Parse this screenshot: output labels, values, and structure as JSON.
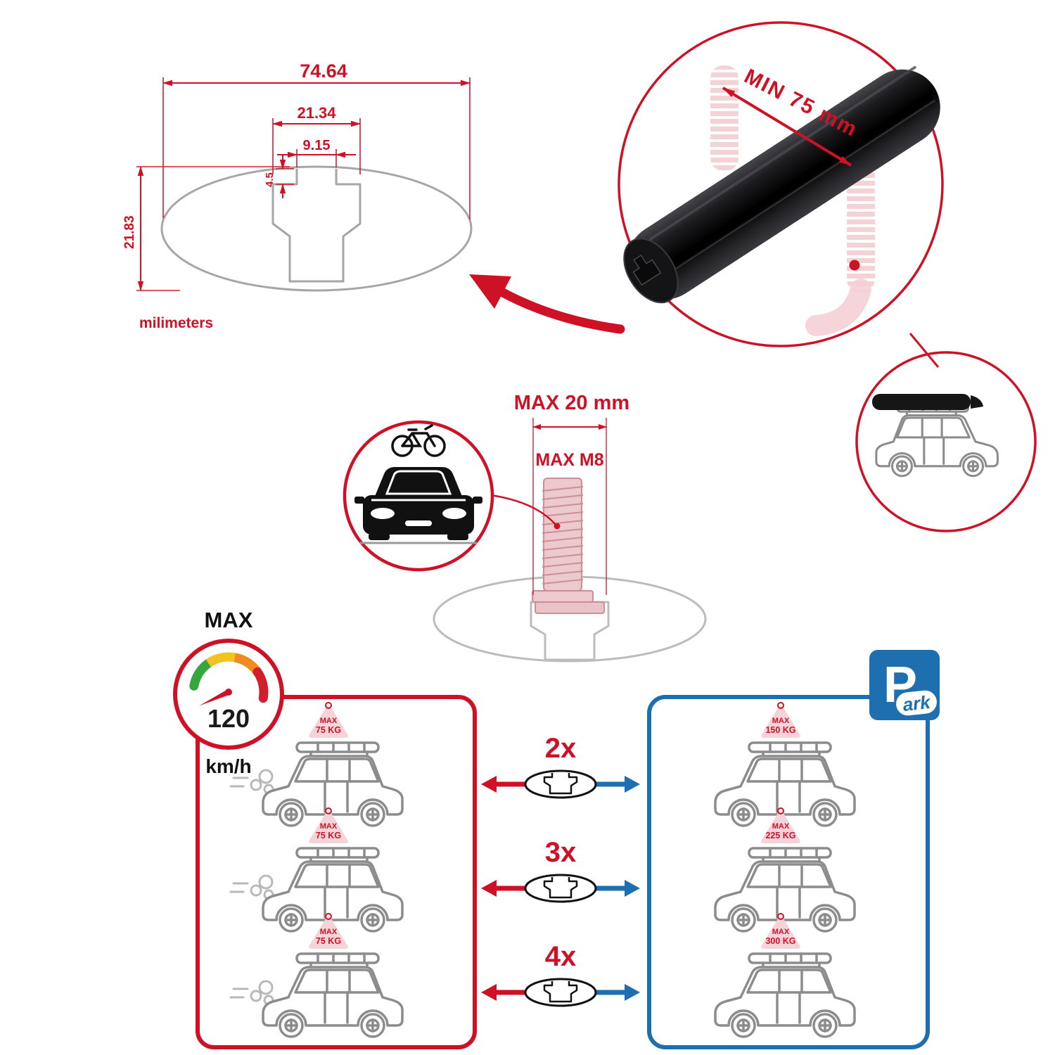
{
  "colors": {
    "red": "#cf1126",
    "blue": "#1e6fb0",
    "bar_black": "#0b0b0c",
    "gray": "#a6a6a6"
  },
  "dimensions": {
    "total_width": "74.64",
    "channel_width": "21.34",
    "slot_width": "9.15",
    "lip_depth": "4.5",
    "total_height": "21.83",
    "unit": "milimeters"
  },
  "crossbar": {
    "min_span": "MIN 75 mm"
  },
  "bolt": {
    "max_length": "MAX 20 mm",
    "max_thread": "MAX M8"
  },
  "gauge": {
    "label": "MAX",
    "speed": "120",
    "unit": "km/h"
  },
  "driving": {
    "cars": [
      {
        "max": "MAX",
        "kg": "75 KG"
      },
      {
        "max": "MAX",
        "kg": "75 KG"
      },
      {
        "max": "MAX",
        "kg": "75 KG"
      }
    ]
  },
  "multipliers": [
    {
      "qty": "2x"
    },
    {
      "qty": "3x"
    },
    {
      "qty": "4x"
    }
  ],
  "parking": {
    "sign_p": "P",
    "sign_rest": "ark",
    "cars": [
      {
        "max": "MAX",
        "kg": "150 KG"
      },
      {
        "max": "MAX",
        "kg": "225 KG"
      },
      {
        "max": "MAX",
        "kg": "300 KG"
      }
    ]
  }
}
